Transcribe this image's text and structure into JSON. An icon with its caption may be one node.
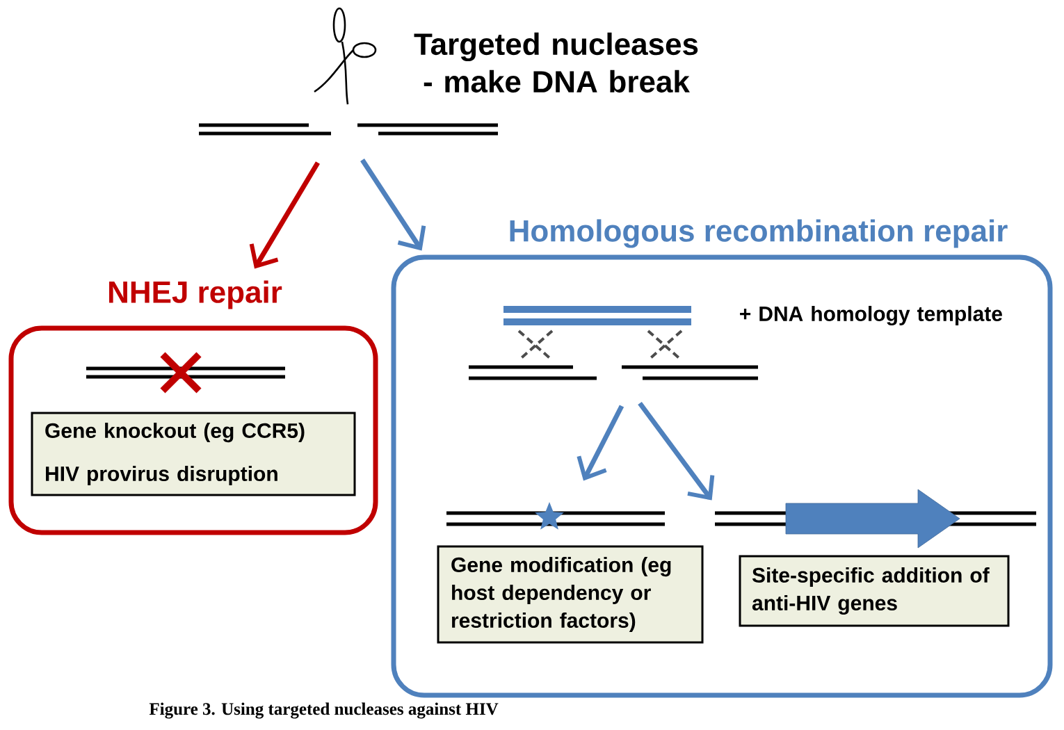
{
  "diagram": {
    "caption": "Figure 3. Using targeted nucleases against HIV",
    "nodes": [
      {
        "text": [],
        "shape": "picture",
        "beside": [
          "Targeted nucleases - make DNA break"
        ]
      },
      {
        "text": [
          "NHEJ repair"
        ]
      },
      {
        "text": [
          "Gene knockout (eg CCR5)",
          "HIV provirus disruption"
        ],
        "in": 1
      },
      {
        "text": [
          "Homologous recombination repair"
        ]
      },
      {
        "text": [],
        "shape": "picture",
        "in": 3,
        "beside": [
          "+ DNA homology template"
        ]
      },
      {
        "text": [],
        "shape": "picture",
        "in": 3
      },
      {
        "text": [
          "Gene modification (eg host dependency or restriction factors)"
        ],
        "in": 3
      },
      {
        "text": [],
        "shape": "picture",
        "in": 3
      },
      {
        "text": [
          "Site-specific addition of anti-HIV genes"
        ],
        "in": 3
      }
    ],
    "edges": [
      {
        "from": 0,
        "to": 1,
        "arrow": "to",
        "color": "#c00000"
      },
      {
        "from": 0,
        "to": 3,
        "arrow": "to"
      },
      {
        "from": 4,
        "to": 5,
        "arrow": "to"
      },
      {
        "from": 4,
        "to": 7,
        "arrow": "to"
      }
    ]
  }
}
